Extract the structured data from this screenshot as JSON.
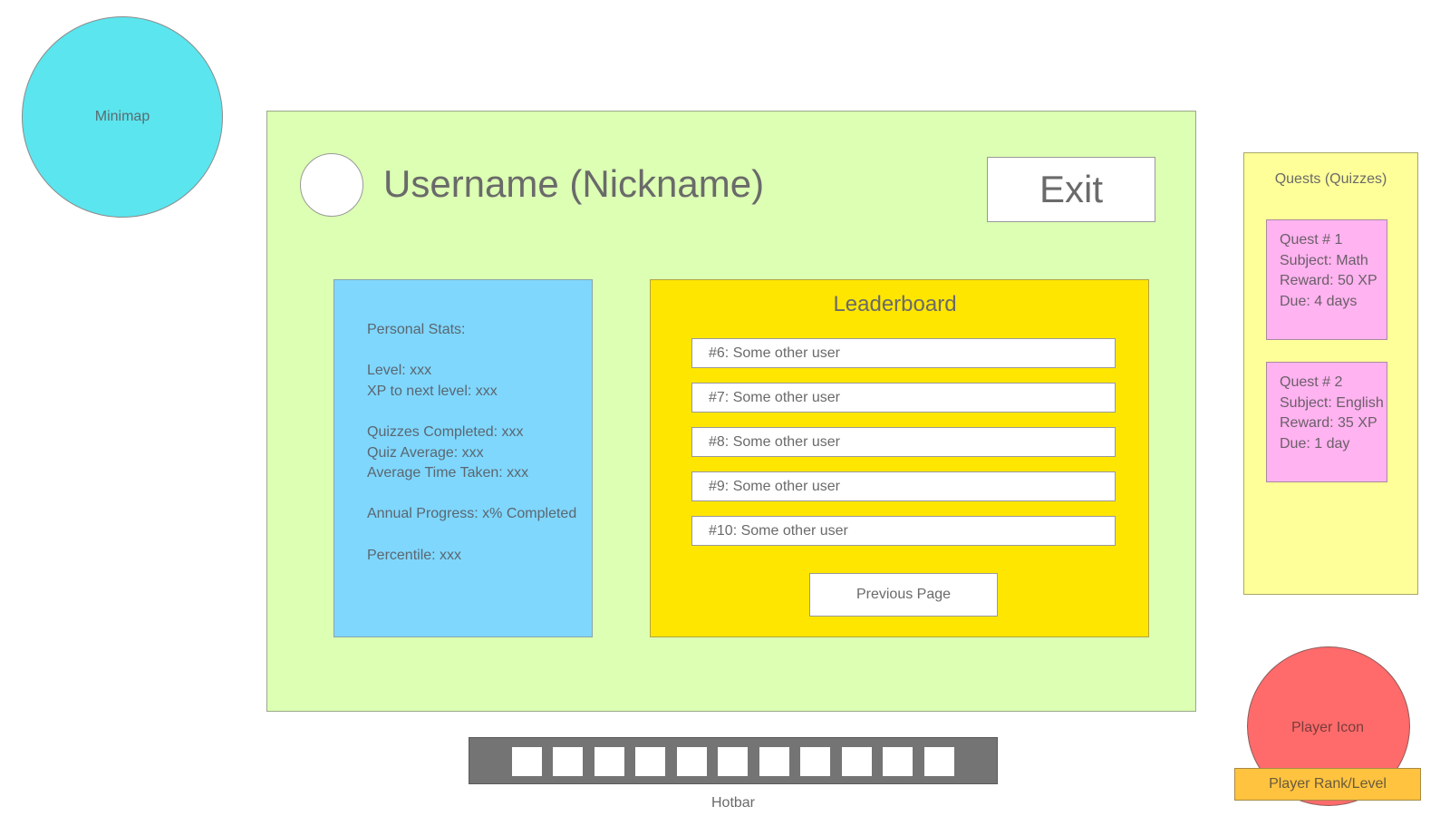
{
  "minimap": {
    "label": "Minimap"
  },
  "profile": {
    "username": "Username (Nickname)",
    "exit_label": "Exit"
  },
  "stats": {
    "heading": "Personal Stats:",
    "level": "Level: xxx",
    "xp_next": "XP to next level: xxx",
    "quizzes_completed": "Quizzes Completed: xxx",
    "quiz_average": "Quiz Average: xxx",
    "avg_time": "Average Time Taken: xxx",
    "annual_progress": "Annual Progress: x% Completed",
    "percentile": "Percentile: xxx"
  },
  "leaderboard": {
    "title": "Leaderboard",
    "rows": [
      "#6: Some other user",
      "#7: Some other user",
      "#8: Some other user",
      "#9: Some other user",
      "#10: Some other user"
    ],
    "prev_label": "Previous Page"
  },
  "quests": {
    "title": "Quests (Quizzes)",
    "items": [
      {
        "number": "Quest # 1",
        "subject": "Subject: Math",
        "reward": "Reward: 50 XP",
        "due": "Due: 4 days"
      },
      {
        "number": "Quest # 2",
        "subject": "Subject: English",
        "reward": "Reward: 35 XP",
        "due": "Due: 1 day"
      }
    ]
  },
  "player": {
    "icon_label": "Player Icon",
    "rank_label": "Player Rank/Level"
  },
  "hotbar": {
    "label": "Hotbar",
    "slot_count": 11
  },
  "colors": {
    "minimap": "#5be5ee",
    "panel": "#dcffb3",
    "stats": "#7fd7fd",
    "leaderboard": "#ffe600",
    "quests": "#ffff99",
    "quest_card": "#ffb3f0",
    "player_icon": "#ff6b6b",
    "player_rank": "#ffc340",
    "hotbar": "#747474"
  }
}
